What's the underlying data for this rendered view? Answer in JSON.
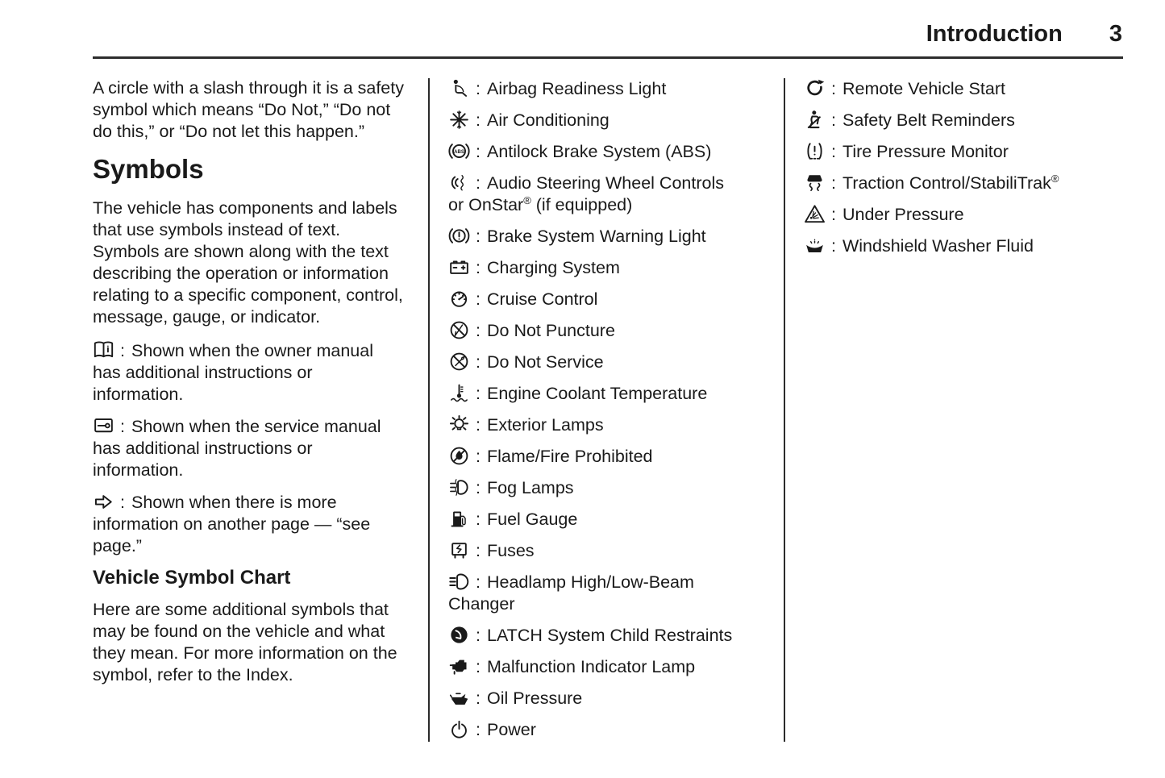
{
  "colors": {
    "text": "#1a1a1a",
    "background": "#ffffff",
    "rule": "#2d2d2d"
  },
  "colon": ":",
  "header": {
    "title": "Introduction",
    "page_number": "3"
  },
  "column1": {
    "intro_paragraph": "A circle with a slash through it is a safety symbol which means “Do Not,” “Do not do this,” or “Do not let this happen.”",
    "symbols_heading": "Symbols",
    "symbols_paragraph": "The vehicle has components and labels that use symbols instead of text. Symbols are shown along with the text describing the operation or information relating to a specific component, control, message, gauge, or indicator.",
    "legend_items": [
      {
        "icon": "owner-manual",
        "text": "Shown when the owner manual has additional instructions or information."
      },
      {
        "icon": "service-manual",
        "text": "Shown when the service manual has additional instructions or information."
      },
      {
        "icon": "page-arrow",
        "text": "Shown when there is more information on another page — “see page.”"
      }
    ],
    "chart_heading": "Vehicle Symbol Chart",
    "chart_paragraph": "Here are some additional symbols that may be found on the vehicle and what they mean. For more information on the symbol, refer to the Index."
  },
  "column2": {
    "items": [
      {
        "icon": "airbag-readiness",
        "label": "Airbag Readiness Light"
      },
      {
        "icon": "air-conditioning",
        "label": "Air Conditioning"
      },
      {
        "icon": "abs",
        "label": "Antilock Brake System (ABS)"
      },
      {
        "icon": "audio-steering-wheel",
        "label": "Audio Steering Wheel Controls",
        "line2": "or OnStar",
        "sup": "®",
        "label_after": " (if equipped)"
      },
      {
        "icon": "brake-warning",
        "label": "Brake System Warning Light"
      },
      {
        "icon": "charging-system",
        "label": "Charging System"
      },
      {
        "icon": "cruise-control",
        "label": "Cruise Control"
      },
      {
        "icon": "do-not-puncture",
        "label": "Do Not Puncture"
      },
      {
        "icon": "do-not-service",
        "label": "Do Not Service"
      },
      {
        "icon": "engine-coolant-temperature",
        "label": "Engine Coolant Temperature"
      },
      {
        "icon": "exterior-lamps",
        "label": "Exterior Lamps"
      },
      {
        "icon": "flame-fire-prohibited",
        "label": "Flame/Fire Prohibited"
      },
      {
        "icon": "fog-lamps",
        "label": "Fog Lamps"
      },
      {
        "icon": "fuel-gauge",
        "label": "Fuel Gauge"
      },
      {
        "icon": "fuses",
        "label": "Fuses"
      },
      {
        "icon": "headlamp-beam-changer",
        "label": "Headlamp High/Low-Beam",
        "line2": "Changer"
      },
      {
        "icon": "latch-system",
        "label": "LATCH System Child Restraints"
      },
      {
        "icon": "malfunction-indicator-lamp",
        "label": "Malfunction Indicator Lamp"
      },
      {
        "icon": "oil-pressure",
        "label": "Oil Pressure"
      },
      {
        "icon": "power",
        "label": "Power"
      }
    ]
  },
  "column3": {
    "items": [
      {
        "icon": "remote-vehicle-start",
        "label": "Remote Vehicle Start"
      },
      {
        "icon": "safety-belt-reminders",
        "label": "Safety Belt Reminders"
      },
      {
        "icon": "tire-pressure-monitor",
        "label": "Tire Pressure Monitor"
      },
      {
        "icon": "traction-control",
        "label": "Traction Control/StabiliTrak",
        "sup": "®"
      },
      {
        "icon": "under-pressure",
        "label": "Under Pressure"
      },
      {
        "icon": "windshield-washer-fluid",
        "label": "Windshield Washer Fluid"
      }
    ]
  }
}
